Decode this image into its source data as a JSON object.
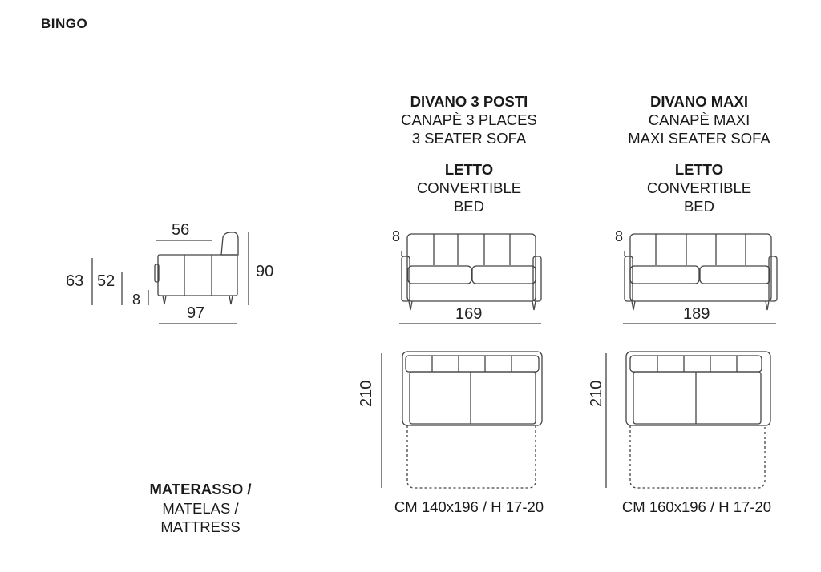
{
  "brand": "BINGO",
  "side_view": {
    "depth_top": "56",
    "height_total": "63",
    "seat_height": "52",
    "leg_height": "8",
    "depth": "97",
    "back_height": "90"
  },
  "sofa3": {
    "title": "DIVANO 3 POSTI",
    "line_fr": "CANAPÈ 3 PLACES",
    "line_en": "3 SEATER SOFA",
    "bed_title": "LETTO",
    "bed_line1": "CONVERTIBLE",
    "bed_line2": "BED",
    "leg_height": "8",
    "width": "169",
    "bed_length": "210",
    "mattress_size": "CM 140x196 / H 17-20"
  },
  "sofa_maxi": {
    "title": "DIVANO MAXI",
    "line_fr": "CANAPÈ MAXI",
    "line_en": "MAXI SEATER SOFA",
    "bed_title": "LETTO",
    "bed_line1": "CONVERTIBLE",
    "bed_line2": "BED",
    "leg_height": "8",
    "width": "189",
    "bed_length": "210",
    "mattress_size": "CM 160x196 / H 17-20"
  },
  "mattress": {
    "line1": "MATERASSO /",
    "line2": "MATELAS /",
    "line3": "MATTRESS"
  }
}
